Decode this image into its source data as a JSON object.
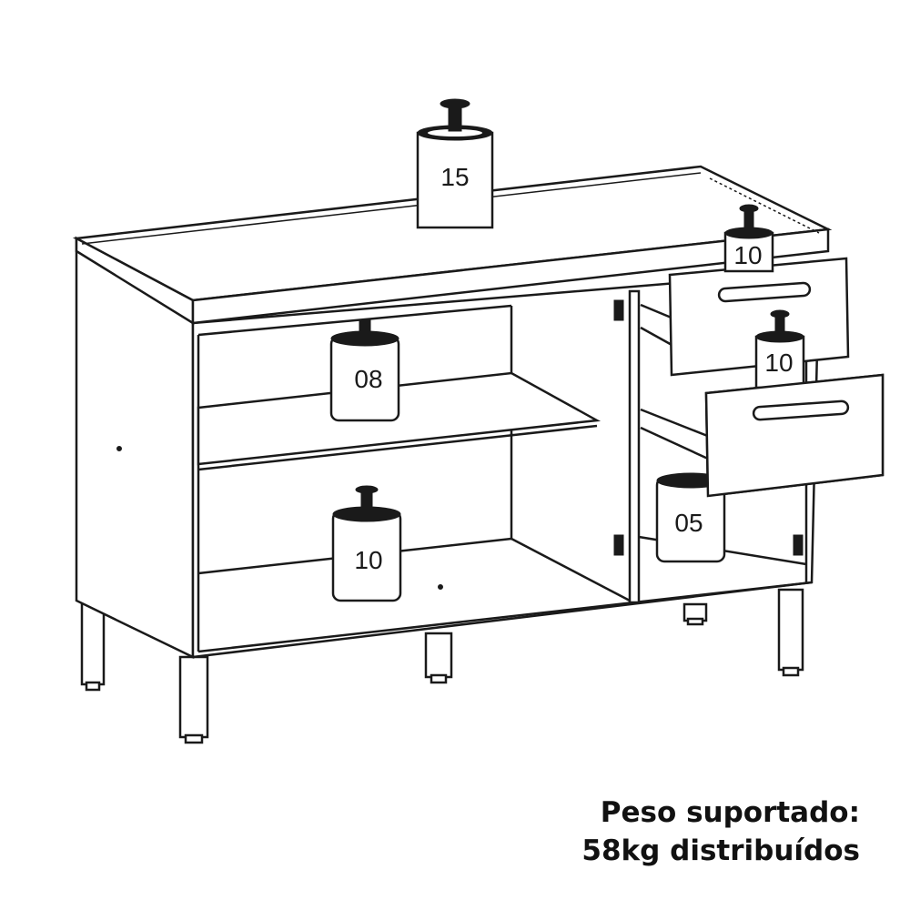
{
  "diagram": {
    "subject": "cabinet-with-shelves-and-drawers",
    "weights": [
      {
        "id": "top",
        "label": "15",
        "location": "countertop"
      },
      {
        "id": "drawer-top",
        "label": "10",
        "location": "upper drawer"
      },
      {
        "id": "drawer-bottom",
        "label": "10",
        "location": "lower drawer"
      },
      {
        "id": "shelf-upper",
        "label": "08",
        "location": "upper shelf"
      },
      {
        "id": "shelf-lower",
        "label": "10",
        "location": "bottom shelf"
      },
      {
        "id": "right-bottom",
        "label": "05",
        "location": "right compartment bottom"
      }
    ],
    "caption": {
      "line1": "Peso suportado:",
      "line2": "58kg distribuídos"
    }
  }
}
